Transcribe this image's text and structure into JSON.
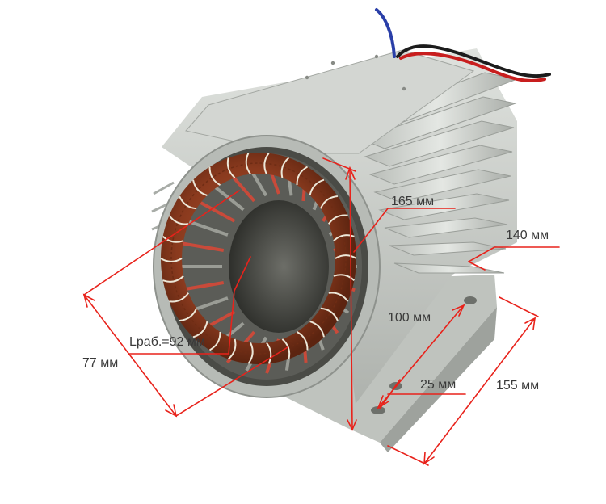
{
  "dimensions": {
    "height_165": "165 мм",
    "depth_140": "140 мм",
    "mount_100": "100 мм",
    "mount_25": "25 мм",
    "length_155": "155 мм",
    "bore_77": "77 мм",
    "working_length": "Lраб.=92 мм"
  },
  "colors": {
    "dimension_line": "#e8221b",
    "label_text": "#3a3a3a",
    "aluminum": "#c9cdc9",
    "copper": "#8a3a1e",
    "lacing": "#ece7d8",
    "wire_red": "#c81e1e",
    "wire_blue": "#2a3fa8"
  }
}
